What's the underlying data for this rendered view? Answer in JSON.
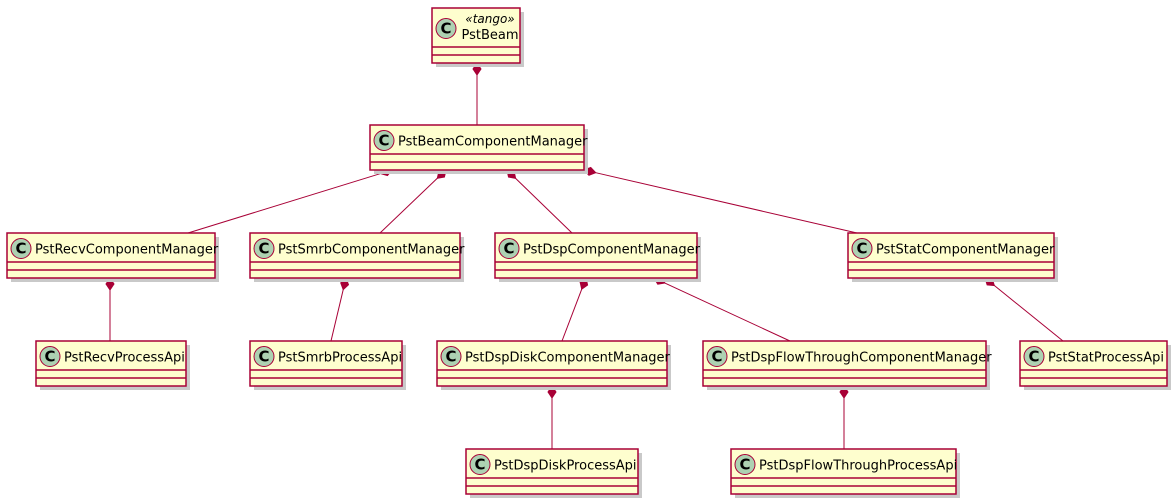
{
  "diagram": {
    "type": "uml-class-diagram",
    "colors": {
      "class_fill": "#FEFECE",
      "class_border": "#A80036",
      "edge": "#A80036",
      "diamond": "#A80036",
      "class_icon_fill": "#ADD1B2",
      "shadow": "#c9c9c9"
    },
    "classes": [
      {
        "id": "pst_beam",
        "glyph": "C",
        "stereotype": "«tango»",
        "name": "PstBeam"
      },
      {
        "id": "beam_cm",
        "glyph": "C",
        "name": "PstBeamComponentManager"
      },
      {
        "id": "recv_cm",
        "glyph": "C",
        "name": "PstRecvComponentManager"
      },
      {
        "id": "smrb_cm",
        "glyph": "C",
        "name": "PstSmrbComponentManager"
      },
      {
        "id": "dsp_cm",
        "glyph": "C",
        "name": "PstDspComponentManager"
      },
      {
        "id": "stat_cm",
        "glyph": "C",
        "name": "PstStatComponentManager"
      },
      {
        "id": "recv_api",
        "glyph": "C",
        "name": "PstRecvProcessApi"
      },
      {
        "id": "smrb_api",
        "glyph": "C",
        "name": "PstSmrbProcessApi"
      },
      {
        "id": "dsp_disk_cm",
        "glyph": "C",
        "name": "PstDspDiskComponentManager"
      },
      {
        "id": "dsp_ft_cm",
        "glyph": "C",
        "name": "PstDspFlowThroughComponentManager"
      },
      {
        "id": "stat_api",
        "glyph": "C",
        "name": "PstStatProcessApi"
      },
      {
        "id": "dsp_disk_api",
        "glyph": "C",
        "name": "PstDspDiskProcessApi"
      },
      {
        "id": "dsp_ft_api",
        "glyph": "C",
        "name": "PstDspFlowThroughProcessApi"
      }
    ],
    "relations": [
      {
        "from": "pst_beam",
        "to": "beam_cm",
        "kind": "composition"
      },
      {
        "from": "beam_cm",
        "to": "recv_cm",
        "kind": "composition"
      },
      {
        "from": "beam_cm",
        "to": "smrb_cm",
        "kind": "composition"
      },
      {
        "from": "beam_cm",
        "to": "dsp_cm",
        "kind": "composition"
      },
      {
        "from": "beam_cm",
        "to": "stat_cm",
        "kind": "composition"
      },
      {
        "from": "recv_cm",
        "to": "recv_api",
        "kind": "composition"
      },
      {
        "from": "smrb_cm",
        "to": "smrb_api",
        "kind": "composition"
      },
      {
        "from": "dsp_cm",
        "to": "dsp_disk_cm",
        "kind": "composition"
      },
      {
        "from": "dsp_cm",
        "to": "dsp_ft_cm",
        "kind": "composition"
      },
      {
        "from": "stat_cm",
        "to": "stat_api",
        "kind": "composition"
      },
      {
        "from": "dsp_disk_cm",
        "to": "dsp_disk_api",
        "kind": "composition"
      },
      {
        "from": "dsp_ft_cm",
        "to": "dsp_ft_api",
        "kind": "composition"
      }
    ]
  }
}
